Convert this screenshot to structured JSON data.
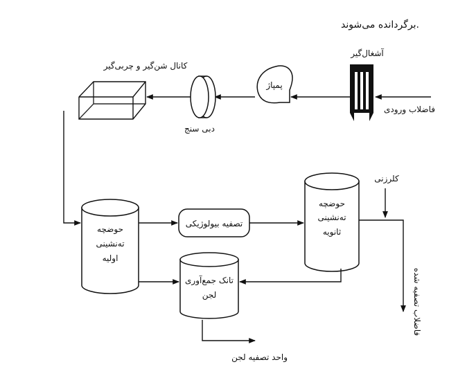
{
  "caption": "برگردانده می‌شوند.",
  "nodes": {
    "screen": "آشغال‌گیر",
    "influent": "فاضلاب ورودی",
    "pump": "پمپاژ",
    "flowmeter": "دبی سنج",
    "grit_channel": "کانال شن‌گیر و چربی‌گیر",
    "primary_clarifier": [
      "حوضچه",
      "ته‌نشینی",
      "اولیه"
    ],
    "bio_treatment": "تصفیه بیولوژیکی",
    "secondary_clarifier": [
      "حوضچه",
      "ته‌نشینی",
      "ثانویه"
    ],
    "chlorination": "کلرزنی",
    "sludge_tank": [
      "تانک جمع‌آوری",
      "لجن"
    ],
    "sludge_unit": "واحد تصفیه لجن",
    "effluent": "فاضلاب تصفیه شده"
  }
}
